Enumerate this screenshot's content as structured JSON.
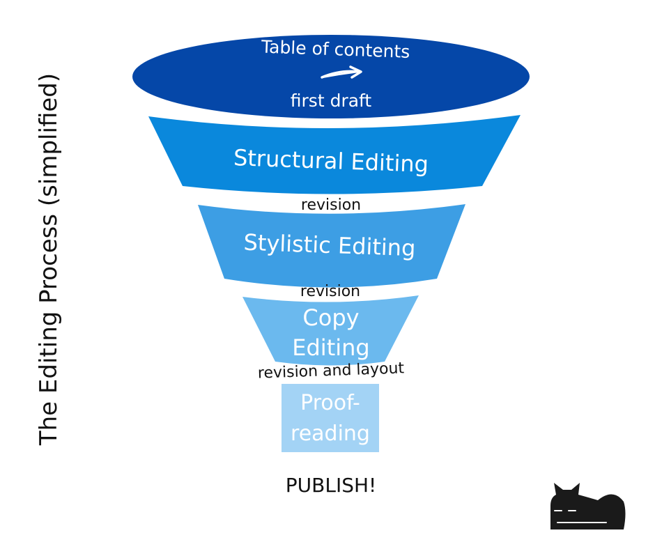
{
  "title": "The Editing Process (simplified)",
  "stages": [
    {
      "id": "top",
      "line1": "Table of contents",
      "line2": "first draft",
      "color": "#0547a8"
    },
    {
      "id": "structural",
      "label": "Structural Editing",
      "color": "#0a88dc"
    },
    {
      "id": "stylistic",
      "label": "Stylistic Editing",
      "color": "#3d9ee4"
    },
    {
      "id": "copy",
      "line1": "Copy",
      "line2": "Editing",
      "color": "#6bb9ee"
    },
    {
      "id": "proof",
      "line1": "Proof-",
      "line2": "reading",
      "color": "#a3d3f5"
    }
  ],
  "transitions": [
    "revision",
    "revision",
    "revision and layout"
  ],
  "final": "PUBLISH!",
  "icons": {
    "arrow": "arrow-right-icon",
    "cat": "sleeping-cat-icon"
  }
}
